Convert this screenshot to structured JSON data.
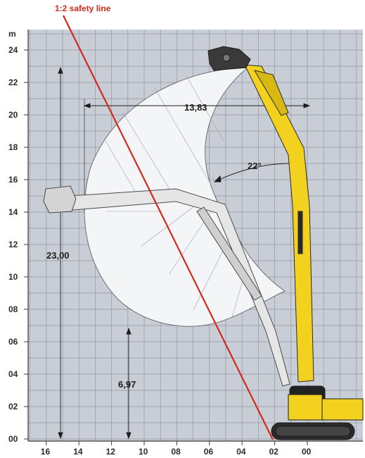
{
  "diagram": {
    "title": "1:2 safety line",
    "unit_label": "m",
    "y_ticks": [
      "00",
      "02",
      "04",
      "06",
      "08",
      "10",
      "12",
      "14",
      "16",
      "18",
      "20",
      "22",
      "24"
    ],
    "x_ticks": [
      "16",
      "14",
      "12",
      "10",
      "08",
      "06",
      "04",
      "02",
      "00"
    ],
    "dimensions": {
      "reach_width": "13,83",
      "max_height": "23,00",
      "lower_clearance": "6,97",
      "angle": "22°"
    },
    "colors": {
      "grid_background": "#c9ced6",
      "grid_line": "#8f97a3",
      "safety_line": "#d22a1e",
      "machine_yellow": "#f2d21e",
      "machine_dark": "#1c1c1c"
    }
  }
}
